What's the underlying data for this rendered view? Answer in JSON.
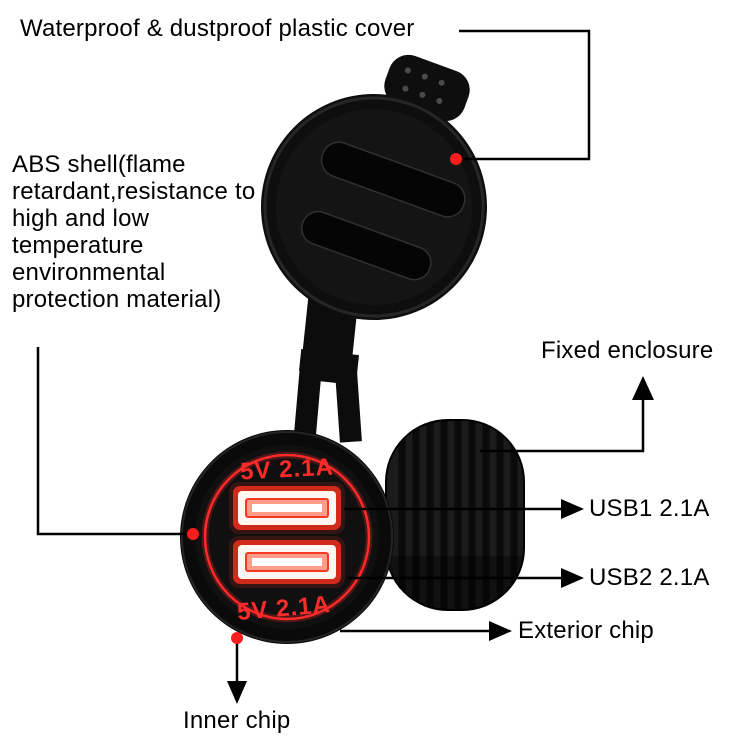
{
  "device": {
    "top_voltage_label": "5V 2.1A",
    "bottom_voltage_label": "5V 2.1A"
  },
  "labels": {
    "plastic_cover": "Waterproof & dustproof plastic cover",
    "abs_shell": "ABS shell(flame\nretardant,resistance to\nhigh and low\ntemperature\nenvironmental\nprotection material)",
    "fixed_enclosure": "Fixed enclosure",
    "usb1": "USB1 2.1A",
    "usb2": "USB2 2.1A",
    "exterior_chip": "Exterior chip",
    "inner_chip": "Inner chip"
  },
  "colors": {
    "annotation_line": "#000000",
    "marker_dot": "#ff1c1c",
    "device_red": "#ff2a2a",
    "device_body": "#0b0b0b",
    "background": "#ffffff"
  }
}
